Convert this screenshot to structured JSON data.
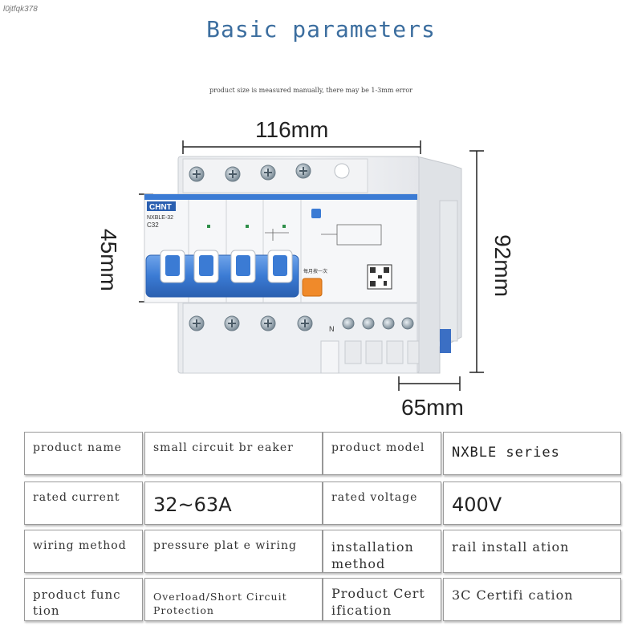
{
  "watermark": "l0jtfqk378",
  "title": "Basic parameters",
  "note": "product size is measured manually, there may be 1-3mm error",
  "dimensions": {
    "width": "116mm",
    "height": "45mm",
    "total_height": "92mm",
    "depth": "65mm"
  },
  "device": {
    "brand": "CHNT",
    "model": "NXBLE-32",
    "rating": "C32",
    "terminal_label": "N",
    "test_label": "每月按一次"
  },
  "specs": [
    {
      "label1": "product name",
      "value1": "small circuit br eaker",
      "label2": "product model",
      "value2": "NXBLE series"
    },
    {
      "label1": "rated current",
      "value1": "32~63A",
      "label2": "rated voltage",
      "value2": "400V"
    },
    {
      "label1": "wiring method",
      "value1": "pressure plat e wiring",
      "label2": "installation method",
      "value2": "rail install ation"
    },
    {
      "label1": "product func tion",
      "value1": "Overload/Short Circuit Protection",
      "label2": "Product Cert ification",
      "value2": "3C Certifi cation"
    }
  ],
  "colors": {
    "title": "#3c6e9f",
    "handle_blue": "#3b7bd4",
    "test_button": "#f08a2a",
    "housing": "#f4f5f7"
  }
}
